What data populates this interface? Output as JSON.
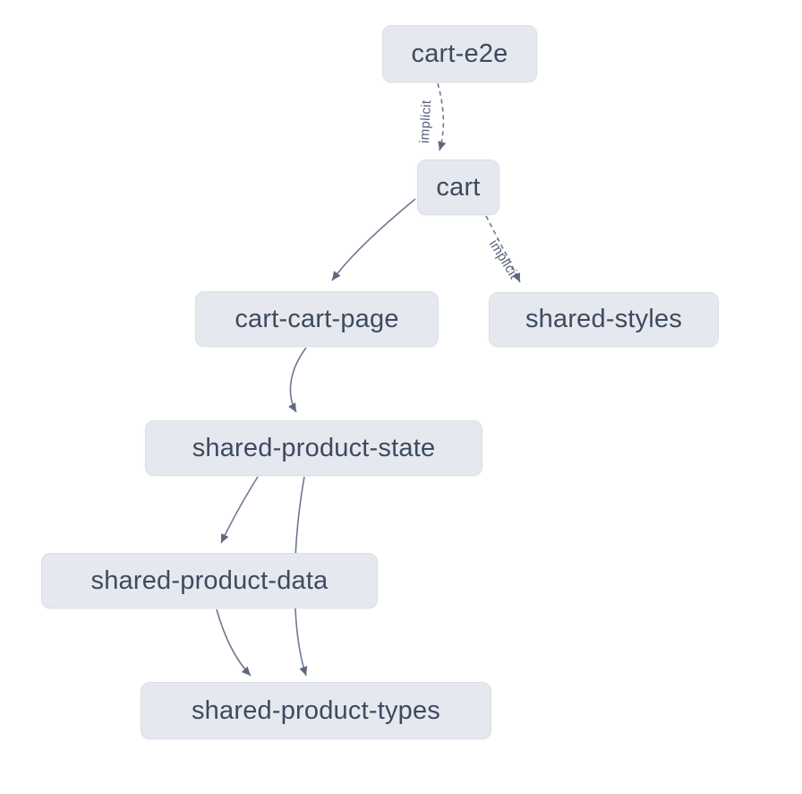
{
  "diagram": {
    "type": "project-dependency-graph",
    "colors": {
      "background": "#ffffff",
      "node_fill": "#e5e9ef",
      "node_border": "#d9dfe8",
      "node_text": "#3e4a5e",
      "edge_stroke": "#6e7890",
      "edge_label": "#57627a",
      "arrowhead": "#5d6a7e"
    },
    "nodes": [
      {
        "id": "cart-e2e",
        "label": "cart-e2e"
      },
      {
        "id": "cart",
        "label": "cart"
      },
      {
        "id": "cart-cart-page",
        "label": "cart-cart-page"
      },
      {
        "id": "shared-styles",
        "label": "shared-styles"
      },
      {
        "id": "shared-product-state",
        "label": "shared-product-state"
      },
      {
        "id": "shared-product-data",
        "label": "shared-product-data"
      },
      {
        "id": "shared-product-types",
        "label": "shared-product-types"
      }
    ],
    "edges": [
      {
        "source": "cart-e2e",
        "target": "cart",
        "type": "implicit",
        "label": "implicit"
      },
      {
        "source": "cart",
        "target": "cart-cart-page",
        "type": "static",
        "label": ""
      },
      {
        "source": "cart",
        "target": "shared-styles",
        "type": "implicit",
        "label": "implicit"
      },
      {
        "source": "cart-cart-page",
        "target": "shared-product-state",
        "type": "static",
        "label": ""
      },
      {
        "source": "shared-product-state",
        "target": "shared-product-data",
        "type": "static",
        "label": ""
      },
      {
        "source": "shared-product-state",
        "target": "shared-product-types",
        "type": "static",
        "label": ""
      },
      {
        "source": "shared-product-data",
        "target": "shared-product-types",
        "type": "static",
        "label": ""
      }
    ]
  }
}
